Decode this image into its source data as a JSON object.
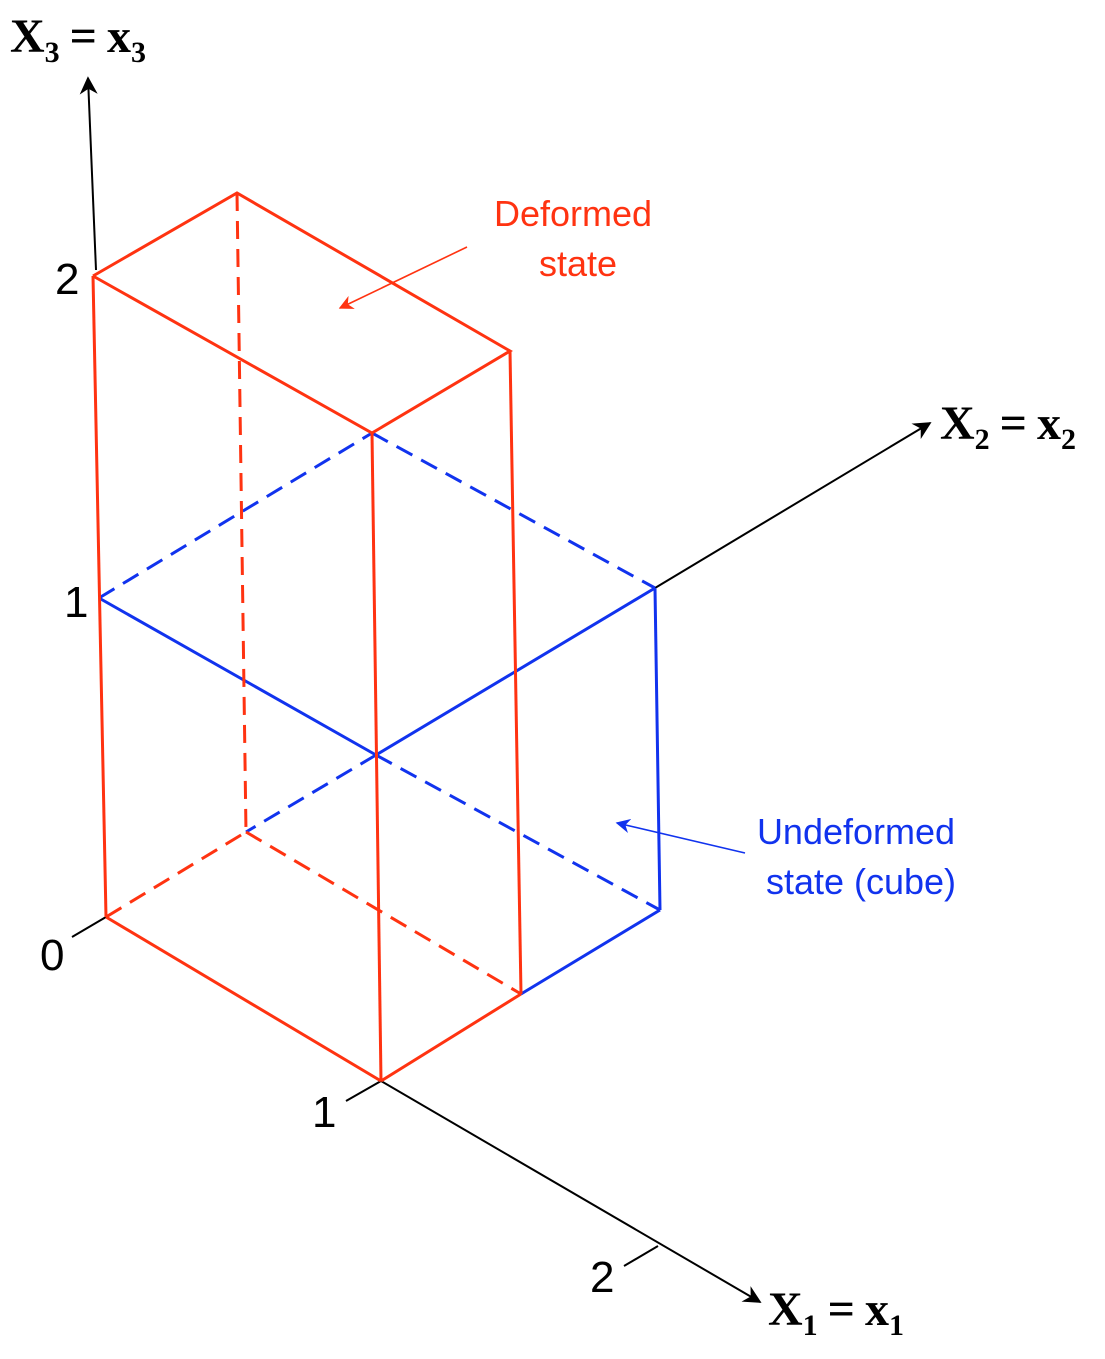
{
  "colors": {
    "deformed": "#ff3311",
    "undeformed": "#1133ee",
    "axis": "#000000"
  },
  "axes": {
    "x3": {
      "upper": "X",
      "lower": "x",
      "index": "3"
    },
    "x2": {
      "upper": "X",
      "lower": "x",
      "index": "2"
    },
    "x1": {
      "upper": "X",
      "lower": "x",
      "index": "1"
    },
    "equals": "="
  },
  "ticks": {
    "x3_two": "2",
    "x3_one": "1",
    "origin": "0",
    "x1_one": "1",
    "x1_two": "2"
  },
  "labels": {
    "deformed_line1": "Deformed",
    "deformed_line2": "state",
    "undeformed_line1": "Undeformed",
    "undeformed_line2": "state (cube)"
  }
}
